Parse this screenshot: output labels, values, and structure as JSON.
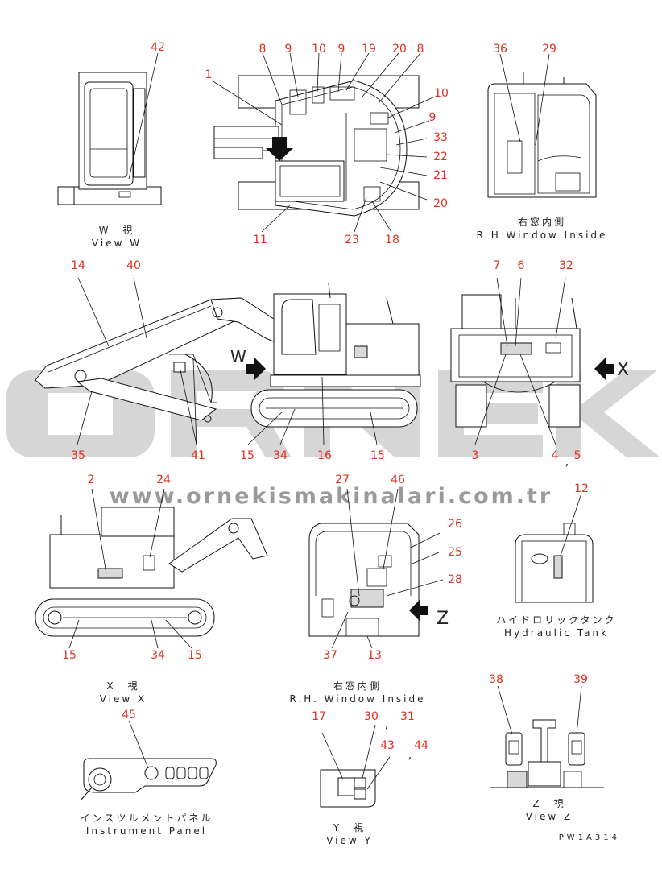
{
  "watermark": {
    "brand": "ORNEK",
    "url": "www.ornekismakinalari.com.tr"
  },
  "drawing_code": "PW1A314",
  "captions": {
    "view_w": [
      "W　視",
      "View W"
    ],
    "rh_window_top": [
      "右窓内側",
      "R H  Window Inside"
    ],
    "view_x": [
      "X　視",
      "View X"
    ],
    "rh_window_mid": [
      "右窓内側",
      "R.H. Window Inside"
    ],
    "hydraulic_tank": [
      "ハイドロリックタンク",
      "Hydraulic Tank"
    ],
    "instrument_panel": [
      "インスツルメントパネル",
      "Instrument Panel"
    ],
    "view_y": [
      "Y　視",
      "View Y"
    ],
    "view_z": [
      "Z　視",
      "View Z"
    ]
  },
  "view_letters": {
    "w": "W",
    "x": "X",
    "z": "Z"
  },
  "callouts": {
    "c42": "42",
    "c1": "1",
    "c8a": "8",
    "c9a": "9",
    "c10a": "10",
    "c9b": "9",
    "c19": "19",
    "c20a": "20",
    "c8b": "8",
    "c10b": "10",
    "c9c": "9",
    "c33": "33",
    "c22": "22",
    "c21": "21",
    "c20b": "20",
    "c11": "11",
    "c23": "23",
    "c18": "18",
    "c36": "36",
    "c29": "29",
    "c14": "14",
    "c40": "40",
    "c35": "35",
    "c41": "41",
    "c15a": "15",
    "c34a": "34",
    "c16": "16",
    "c15b": "15",
    "c7": "7",
    "c6": "6",
    "c32": "32",
    "c3": "3",
    "c4": "4",
    "comma1": ",",
    "c5": "5",
    "c2": "2",
    "c24": "24",
    "c15c": "15",
    "c34b": "34",
    "c15d": "15",
    "c27": "27",
    "c46": "46",
    "c26": "26",
    "c25": "25",
    "c28": "28",
    "c37": "37",
    "c13": "13",
    "c12": "12",
    "c45": "45",
    "c17": "17",
    "c30": "30",
    "comma2": ",",
    "c31": "31",
    "c43": "43",
    "comma3": ",",
    "c44": "44",
    "c38": "38",
    "c39": "39"
  }
}
